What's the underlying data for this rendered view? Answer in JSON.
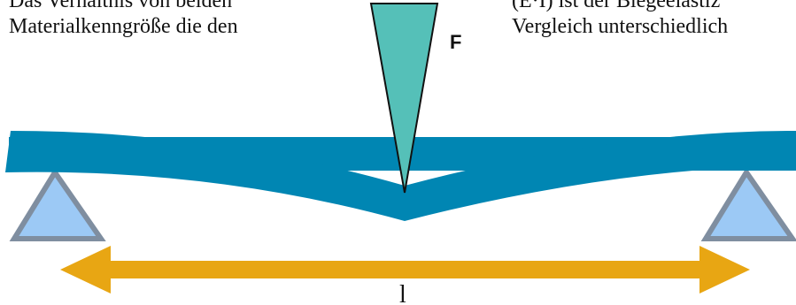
{
  "background_text": {
    "left_line_1": "Das Verhältnis von beiden",
    "left_line_2": "Materialkenngröße die den",
    "right_line_1": "(E·I) ist der Biegeelastiz",
    "right_line_2": "Vergleich unterschiedlich"
  },
  "labels": {
    "force": "F",
    "length": "l"
  },
  "colors": {
    "beam": "#0086b3",
    "force_wedge": "#55c0b8",
    "support_fill": "#9cc9f5",
    "support_stroke": "#7f8ea0",
    "length_arrow": "#e8a613"
  }
}
